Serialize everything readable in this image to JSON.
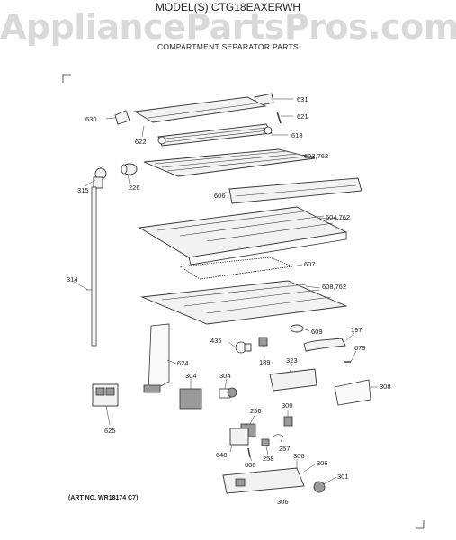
{
  "header": {
    "model": "MODEL(S) CTG18EAXERWH",
    "watermark": "AppliancePartsPros.com",
    "subtitle": "COMPARTMENT SEPARATOR PARTS"
  },
  "footer": {
    "art_number": "(ART NO. WR18174 C7)"
  },
  "labels": [
    {
      "id": "631",
      "text": "631"
    },
    {
      "id": "630",
      "text": "630"
    },
    {
      "id": "621",
      "text": "621"
    },
    {
      "id": "622",
      "text": "622"
    },
    {
      "id": "618",
      "text": "618"
    },
    {
      "id": "603",
      "text": "603,762"
    },
    {
      "id": "315",
      "text": "315"
    },
    {
      "id": "226",
      "text": "226"
    },
    {
      "id": "606",
      "text": "606"
    },
    {
      "id": "604",
      "text": "604,762"
    },
    {
      "id": "607",
      "text": "607"
    },
    {
      "id": "314",
      "text": "314"
    },
    {
      "id": "608",
      "text": "608,762"
    },
    {
      "id": "609",
      "text": "609"
    },
    {
      "id": "197",
      "text": "197"
    },
    {
      "id": "435",
      "text": "435"
    },
    {
      "id": "679",
      "text": "679"
    },
    {
      "id": "624",
      "text": "624"
    },
    {
      "id": "189",
      "text": "189"
    },
    {
      "id": "323",
      "text": "323"
    },
    {
      "id": "304a",
      "text": "304"
    },
    {
      "id": "304b",
      "text": "304"
    },
    {
      "id": "308",
      "text": "308"
    },
    {
      "id": "300",
      "text": "300"
    },
    {
      "id": "256",
      "text": "256"
    },
    {
      "id": "625",
      "text": "625"
    },
    {
      "id": "257",
      "text": "257"
    },
    {
      "id": "306a",
      "text": "306"
    },
    {
      "id": "648",
      "text": "648"
    },
    {
      "id": "258",
      "text": "258"
    },
    {
      "id": "600",
      "text": "600"
    },
    {
      "id": "306b",
      "text": "306"
    },
    {
      "id": "301",
      "text": "301"
    },
    {
      "id": "306c",
      "text": "306"
    }
  ]
}
